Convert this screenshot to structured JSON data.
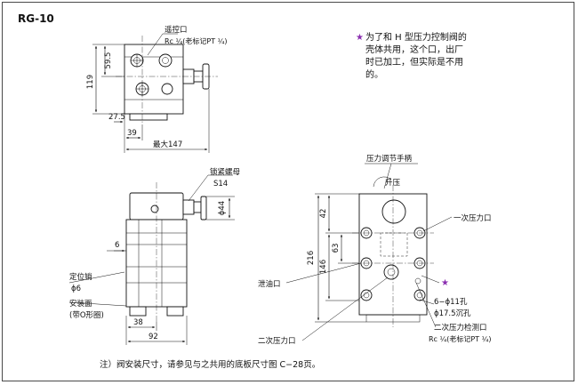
{
  "title": "RG-10",
  "note_star": "★",
  "note_lines": [
    "为了和 H 型压力控制阀的",
    "壳体共用，这个口，出厂",
    "时已加工，但实际是不用",
    "的。"
  ],
  "top_view": {
    "remote_port_label": "遥控口",
    "remote_port_size": "Rc ¼(老标记PT ¼)",
    "dim_height_total": "119",
    "dim_height_port": "59.5",
    "dim_offset": "27.5",
    "dim_width_39": "39",
    "dim_max_147": "最大147"
  },
  "front_view": {
    "locknut_label": "锁紧螺母",
    "locknut_size": "S14",
    "dim_phi44": "ϕ44",
    "dim_6": "6",
    "locating_pin_label": "定位销",
    "locating_pin_size": "ϕ6",
    "mounting_face_label": "安装面",
    "mounting_face_sub": "(带O形圈)",
    "dim_38": "38",
    "dim_92": "92"
  },
  "bottom_view": {
    "adjust_handle_label": "压力调节手柄",
    "pressure_up_label": "升压",
    "primary_port_label": "一次压力口",
    "drain_port_label": "泄油口",
    "secondary_port_label": "二次压力口",
    "hole_label": "6−ϕ11孔",
    "counterbore_label": "ϕ17.5沉孔",
    "secondary_gauge_label": "二次压力检测口",
    "secondary_gauge_size": "Rc ¼(老标记PT ¼)",
    "star": "★",
    "dim_216": "216",
    "dim_146": "146",
    "dim_42": "42",
    "dim_63": "63"
  },
  "footnote": "注）阀安装尺寸，请参见与之共用的底板尺寸图 C−28页。",
  "colors": {
    "star": "#8b2fb0",
    "line": "#111111",
    "frame": "#4a4a4a"
  }
}
